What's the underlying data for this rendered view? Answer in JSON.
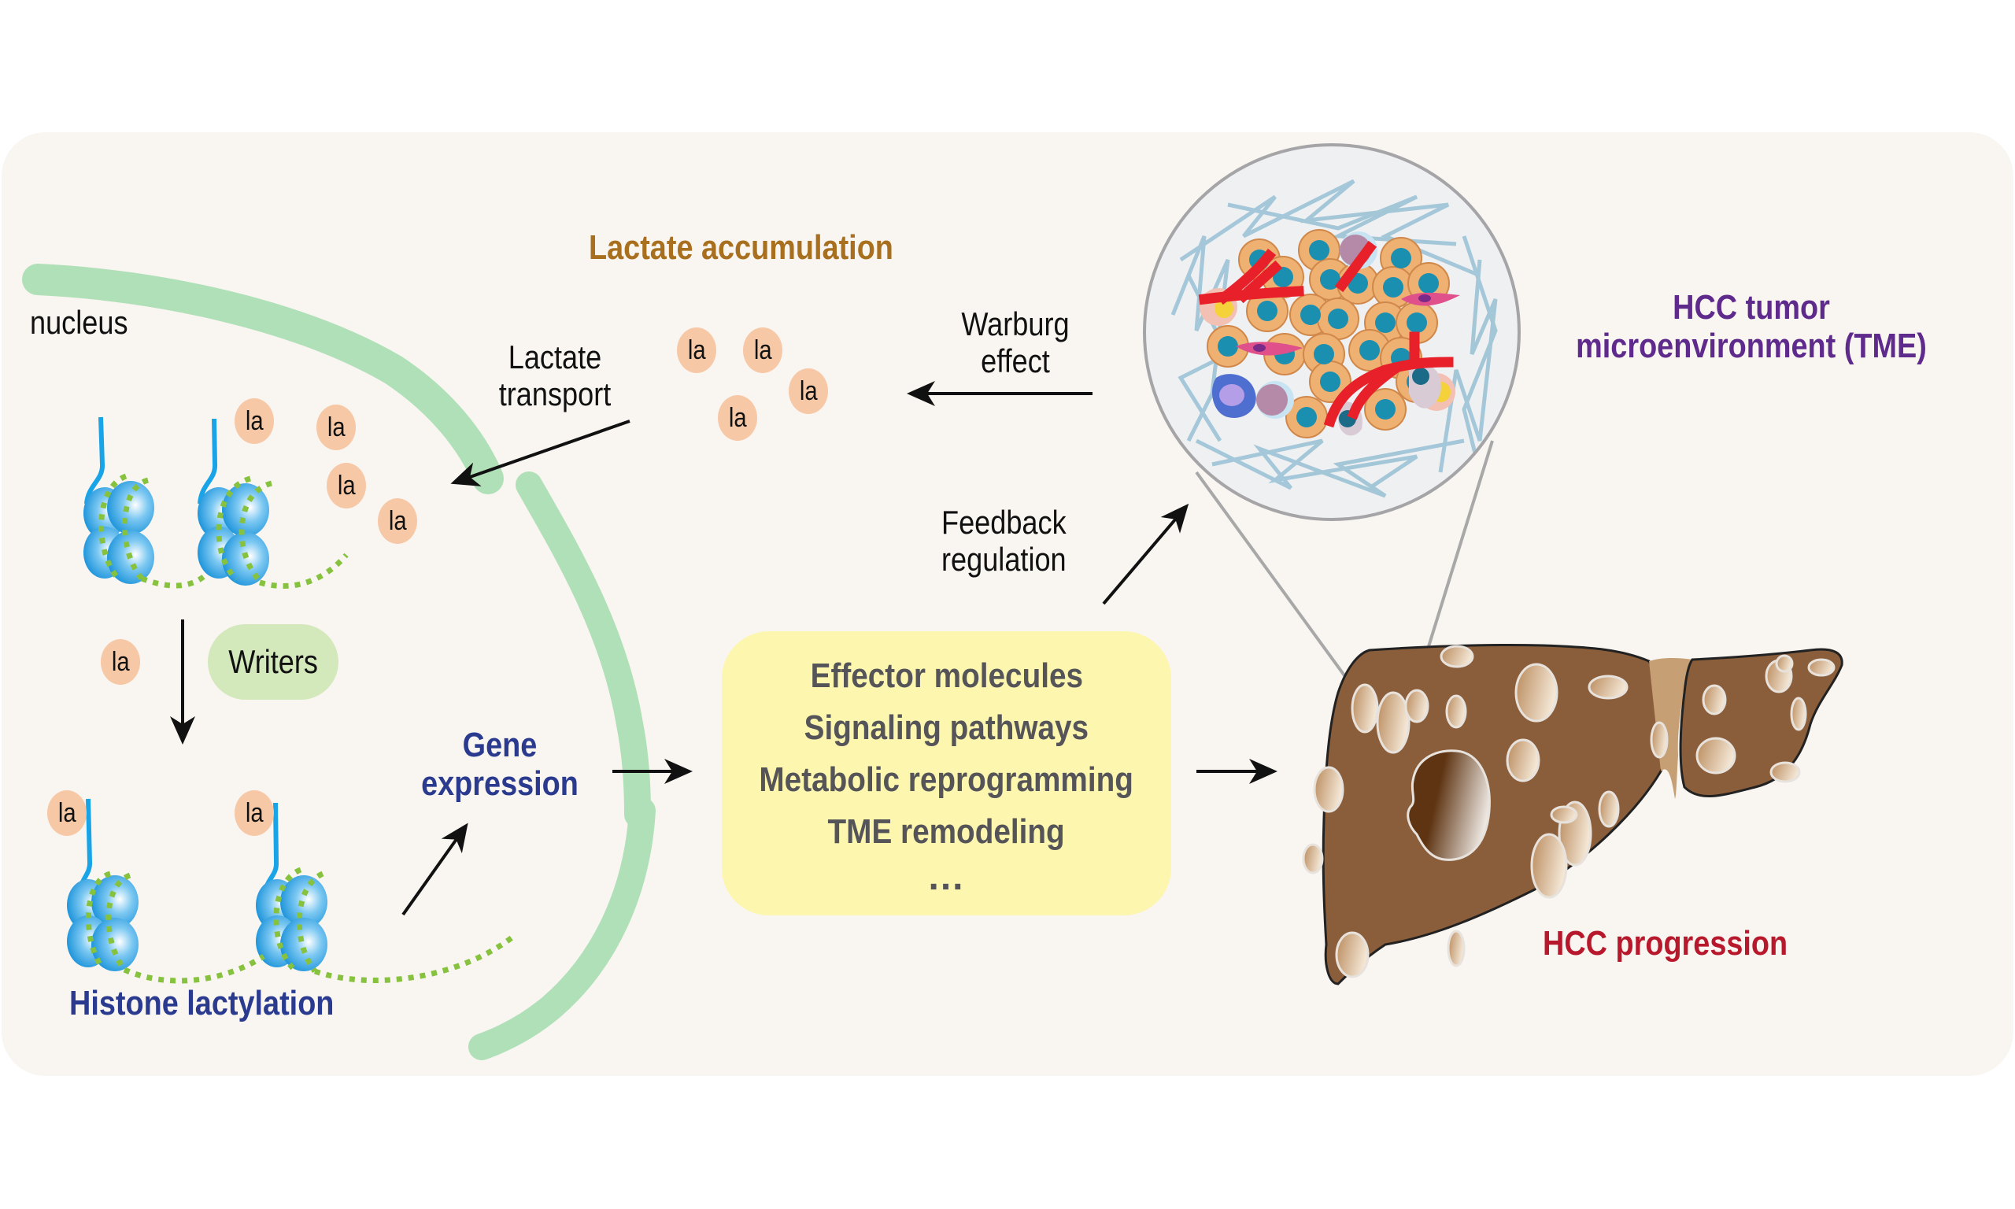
{
  "figure": {
    "labels": {
      "nucleus": "nucleus",
      "lactate_accumulation": "Lactate accumulation",
      "lactate_transport_line1": "Lactate",
      "lactate_transport_line2": "transport",
      "warburg_line1": "Warburg",
      "warburg_line2": "effect",
      "feedback_line1": "Feedback",
      "feedback_line2": "regulation",
      "tme_line1": "HCC tumor",
      "tme_line2": "microenvironment (TME)",
      "writers": "Writers",
      "gene_line1": "Gene",
      "gene_line2": "expression",
      "histone_lactylation": "Histone lactylation",
      "hcc_progression": "HCC progression"
    },
    "lactate_marker": "la",
    "effector_box": {
      "items": [
        "Effector molecules",
        "Signaling pathways",
        "Metabolic reprogramming",
        "TME remodeling"
      ],
      "ellipsis": "..."
    },
    "colors": {
      "panel_bg": "#f9f5f1",
      "lactate_title": "#a8701e",
      "tme_title": "#5e2a8c",
      "blue_titles": "#2a3a8e",
      "progression_title": "#b8182c",
      "effector_bg": "#fdf6ae",
      "membrane": "#b0e0b8",
      "lactate_bubble": "#f7c8a6",
      "histone": "#3fa8e6",
      "dna_dots": "#86c23e",
      "liver": "#8b5e3b"
    }
  }
}
